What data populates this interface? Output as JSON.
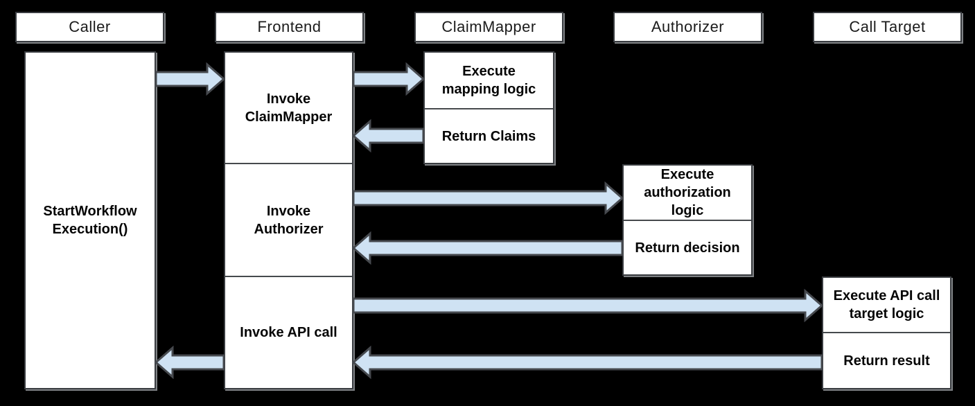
{
  "lanes": [
    {
      "id": "caller",
      "header": "Caller"
    },
    {
      "id": "frontend",
      "header": "Frontend"
    },
    {
      "id": "claimmapper",
      "header": "ClaimMapper"
    },
    {
      "id": "authorizer",
      "header": "Authorizer"
    },
    {
      "id": "calltarget",
      "header": "Call Target"
    }
  ],
  "boxes": {
    "caller_action": "StartWorkflow\nExecution()",
    "frontend_step1": "Invoke\nClaimMapper",
    "frontend_step2": "Invoke\nAuthorizer",
    "frontend_step3": "Invoke API call",
    "claimmapper_step1": "Execute\nmapping logic",
    "claimmapper_step2": "Return Claims",
    "authorizer_step1": "Execute\nauthorization\nlogic",
    "authorizer_step2": "Return decision",
    "calltarget_step1": "Execute API call\ntarget logic",
    "calltarget_step2": "Return result"
  },
  "arrows": [
    {
      "from": "Caller",
      "to": "Frontend",
      "direction": "right",
      "meaning": "StartWorkflowExecution() call"
    },
    {
      "from": "Frontend",
      "to": "ClaimMapper",
      "direction": "right",
      "meaning": "Invoke ClaimMapper"
    },
    {
      "from": "ClaimMapper",
      "to": "Frontend",
      "direction": "left",
      "meaning": "Return Claims"
    },
    {
      "from": "Frontend",
      "to": "Authorizer",
      "direction": "right",
      "meaning": "Invoke Authorizer"
    },
    {
      "from": "Authorizer",
      "to": "Frontend",
      "direction": "left",
      "meaning": "Return decision"
    },
    {
      "from": "Frontend",
      "to": "Call Target",
      "direction": "right",
      "meaning": "Invoke API call"
    },
    {
      "from": "Call Target",
      "to": "Frontend",
      "direction": "left",
      "meaning": "Return result"
    },
    {
      "from": "Frontend",
      "to": "Caller",
      "direction": "left",
      "meaning": "Return result to caller"
    }
  ],
  "colors": {
    "background": "#000000",
    "box_fill": "#ffffff",
    "box_border": "#3a3d41",
    "box_divider": "#46494d",
    "box_shadow": "#7e8184",
    "arrow_fill": "#cfe2f3",
    "arrow_stroke": "#46494e",
    "header_text": "#1b1b1b",
    "body_text": "#050505"
  }
}
